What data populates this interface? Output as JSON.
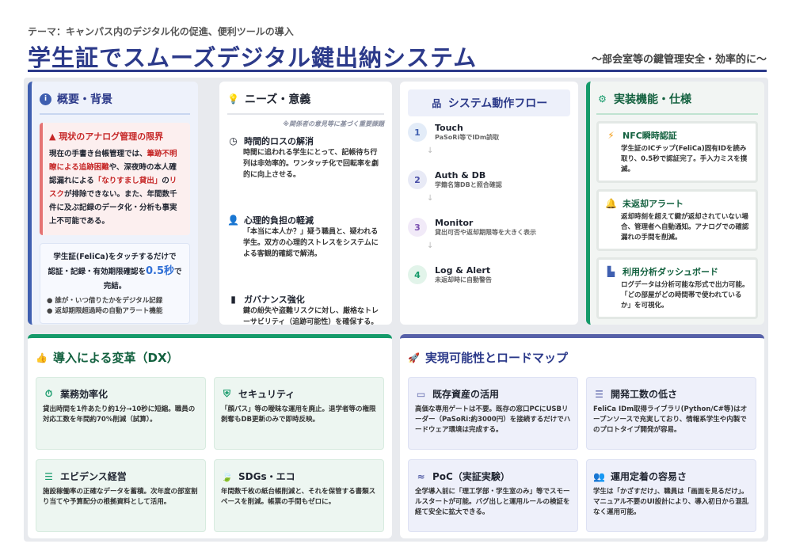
{
  "header": {
    "theme": "テーマ：キャンパス内のデジタル化の促進、便利ツールの導入",
    "title": "学生証でスムーズデジタル鍵出納システム",
    "subtitle": "～部会室等の鍵管理安全・効率的に～"
  },
  "overview": {
    "title": "概要・背景",
    "alert_title": "現状のアナログ管理の限界",
    "alert_text": [
      "現在の手書き台帳管理では、",
      "筆跡不明瞭による追跡困難",
      "や、深夜時の本人確認漏れによる",
      "「なりすまし貸出」",
      "の",
      "リスク",
      "が排除できない。また、年間数千件に及ぶ記録のデータ化・分析も事実上不可能である。"
    ],
    "solution": [
      "学生証(FeliCa)をタッチするだけで",
      "認証・記録・有効期限確認を",
      "0.5秒",
      "で完結。"
    ],
    "bullets": [
      "● 誰が・いつ借りたかをデジタル記録",
      "● 返却期限超過時の自動アラート機能"
    ]
  },
  "needs": {
    "title": "ニーズ・意義",
    "note": "※関係者の意見等に基づく重要課題",
    "items": [
      {
        "title": "時間的ロスの解消",
        "text": "時間に追われる学生にとって、記帳待ち行列は非効率的。ワンタッチ化で回転率を劇的に向上させる。"
      },
      {
        "title": "心理的負担の軽減",
        "text": "「本当に本人か？」疑う職員と、疑われる学生。双方の心理的ストレスをシステムによる客観的確認で解消。"
      },
      {
        "title": "ガバナンス強化",
        "text": "鍵の紛失や盗難リスクに対し、厳格なトレーサビリティ（追跡可能性）を確保する。"
      }
    ]
  },
  "flow": {
    "title": "システム動作フロー",
    "steps": [
      {
        "num": "1",
        "title": "Touch",
        "text": "PaSoRi等でIDm読取",
        "color": "#3f5fb0",
        "bg": "#e3ecf8"
      },
      {
        "num": "2",
        "title": "Auth & DB",
        "text": "学籍名簿DBと照合確認",
        "color": "#4a4fa8",
        "bg": "#e8eaf6"
      },
      {
        "num": "3",
        "title": "Monitor",
        "text": "貸出可否や返却期限等を大きく表示",
        "color": "#7b4fb0",
        "bg": "#f1eaf8"
      },
      {
        "num": "4",
        "title": "Log & Alert",
        "text": "未返却時に自動警告",
        "color": "#159a6a",
        "bg": "#e2f4ea"
      }
    ],
    "arrow": "↓"
  },
  "features": {
    "title": "実装機能・仕様",
    "items": [
      {
        "title": "NFC瞬時認証",
        "text": "学生証のICチップ(FeliCa)固有IDを読み取り、0.5秒で認証完了。手入力ミスを撲滅。"
      },
      {
        "title": "未返却アラート",
        "text": "返却時刻を超えて鍵が返却されていない場合、管理者へ自動通知。アナログでの確認漏れの手間を削減。"
      },
      {
        "title": "利用分析ダッシュボード",
        "text": "ログデータは分析可能な形式で出力可能。「どの部屋がどの時間帯で使われているか」を可視化。"
      }
    ]
  },
  "dx": {
    "title": "導入による変革（DX）",
    "items": [
      {
        "title": "業務効率化",
        "text": "貸出時間を1件あたり約1分→10秒に短縮。職員の対応工数を年間約70%削減（試算）。"
      },
      {
        "title": "セキュリティ",
        "text": "「顔パス」等の曖昧な運用を廃止。退学者等の権限剥奪もDB更新のみで即時反映。"
      },
      {
        "title": "エビデンス経営",
        "text": "施設稼働率の正確なデータを蓄積。次年度の部室割り当てや予算配分の根拠資料として活用。"
      },
      {
        "title": "SDGs・エコ",
        "text": "年間数千枚の紙台帳削減と、それを保管する書類スペースを削減。帳票の手間もゼロに。"
      }
    ]
  },
  "roadmap": {
    "title": "実現可能性とロードマップ",
    "items": [
      {
        "title": "既存資産の活用",
        "text": "高価な専用ゲートは不要。既存の窓口PCにUSBリーダー（PaSoRi:約3000円）を接続するだけでハードウェア環境は完成する。"
      },
      {
        "title": "開発工数の低さ",
        "text": "FeliCa IDm取得ライブラリ(Python/C#等)はオープンソースで充実しており、情報系学生や内製でのプロトタイプ開発が容易。"
      },
      {
        "title": "PoC（実証実験）",
        "text": "全学導入前に「理工学部・学生室のみ」等でスモールスタートが可能。バグ出しと運用ルールの検証を経て安全に拡大できる。"
      },
      {
        "title": "運用定着の容易さ",
        "text": "学生は「かざすだけ」、職員は「画面を見るだけ」。マニュアル不要のUI設計により、導入初日から混乱なく運用可能。"
      }
    ]
  }
}
